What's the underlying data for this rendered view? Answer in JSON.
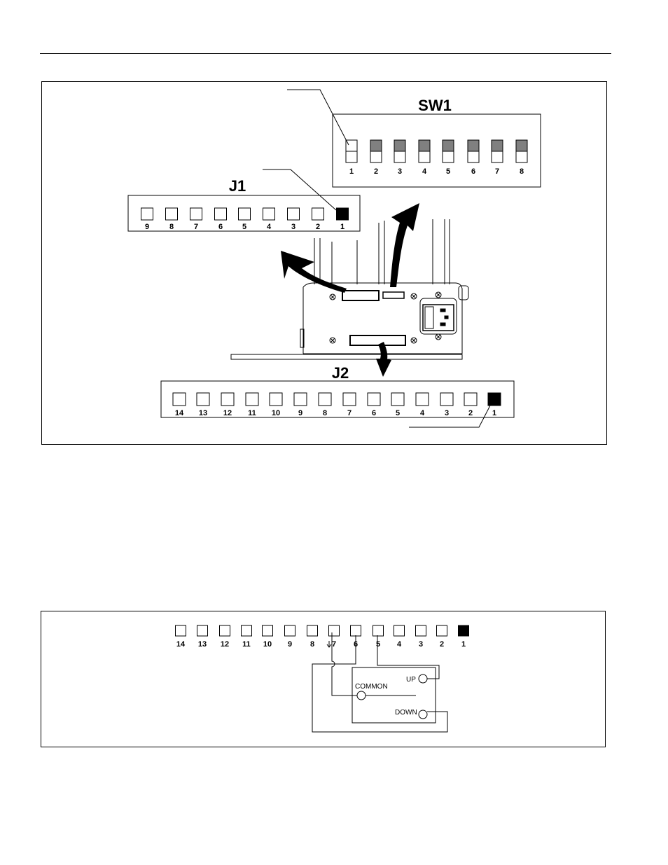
{
  "figure1": {
    "sw1": {
      "title": "SW1",
      "switches": [
        {
          "label": "1",
          "off": true
        },
        {
          "label": "2",
          "off": false
        },
        {
          "label": "3",
          "off": false
        },
        {
          "label": "4",
          "off": false
        },
        {
          "label": "5",
          "off": false
        },
        {
          "label": "6",
          "off": false
        },
        {
          "label": "7",
          "off": false
        },
        {
          "label": "8",
          "off": false
        }
      ]
    },
    "j1": {
      "title": "J1",
      "pins": [
        "9",
        "8",
        "7",
        "6",
        "5",
        "4",
        "3",
        "2",
        "1"
      ],
      "pin1_label": "1"
    },
    "j2": {
      "title": "J2",
      "pins": [
        "14",
        "13",
        "12",
        "11",
        "10",
        "9",
        "8",
        "7",
        "6",
        "5",
        "4",
        "3",
        "2",
        "1"
      ],
      "pin1_label": "1"
    }
  },
  "figure2": {
    "pins": [
      "14",
      "13",
      "12",
      "11",
      "10",
      "9",
      "8",
      "7",
      "6",
      "5",
      "4",
      "3",
      "2",
      "1"
    ],
    "switch_labels": {
      "up": "UP",
      "common": "COMMON",
      "down": "DOWN"
    }
  },
  "colors": {
    "line": "#000000",
    "switch_on": "#808080",
    "pin1_fill": "#000000"
  }
}
